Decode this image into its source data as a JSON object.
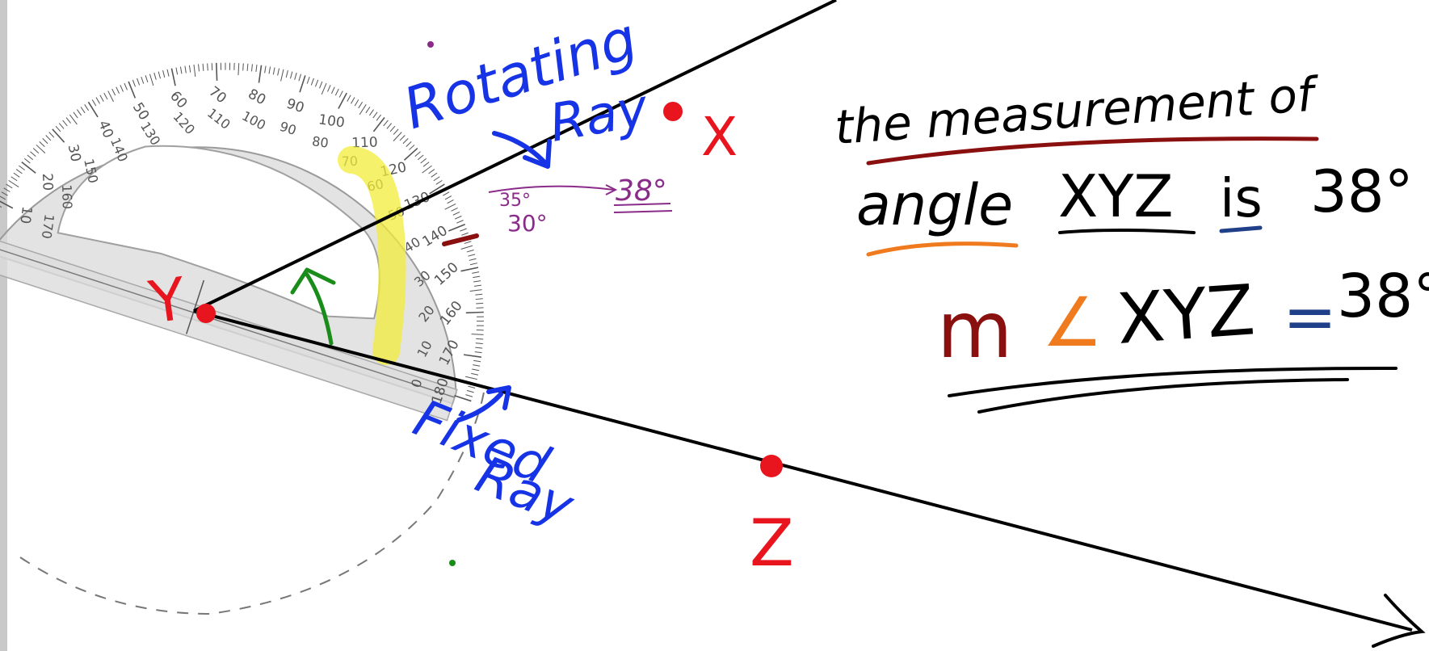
{
  "protractor": {
    "outer_scale": [
      "10",
      "20",
      "30",
      "40",
      "50",
      "60",
      "70",
      "80",
      "90",
      "100",
      "110",
      "120",
      "130",
      "140",
      "150",
      "160",
      "170",
      "180"
    ],
    "inner_scale": [
      "170",
      "160",
      "150",
      "140",
      "130",
      "120",
      "110",
      "100",
      "90",
      "80",
      "70",
      "60",
      "50",
      "40",
      "30",
      "20",
      "10",
      "0"
    ]
  },
  "points": {
    "vertex": "Y",
    "on_rotating_ray": "X",
    "on_fixed_ray": "Z"
  },
  "annotations": {
    "rotating_ray_line1": "Rotating",
    "rotating_ray_line2": "Ray",
    "fixed_ray_line1": "Fixed",
    "fixed_ray_line2": "Ray",
    "reading_35": "35°",
    "reading_30": "30°",
    "reading_38": "38°"
  },
  "statement": {
    "line1": "the measurement of",
    "line2_word": "angle",
    "line2_name": "XYZ",
    "line2_is": "is",
    "line2_value": "38°",
    "eq_m": "m",
    "eq_angle_symbol": "∠",
    "eq_name": "XYZ",
    "eq_equals": "=",
    "eq_value": "38°"
  },
  "colors": {
    "ray": "#000000",
    "point": "#e8141e",
    "label_blue": "#1633e6",
    "arc_green": "#1a8c1a",
    "highlight_yellow": "#f3ec3a",
    "dark_red": "#8a1010",
    "orange": "#f07a1e",
    "navy": "#1f3f88",
    "purple": "#8a2b8a"
  }
}
